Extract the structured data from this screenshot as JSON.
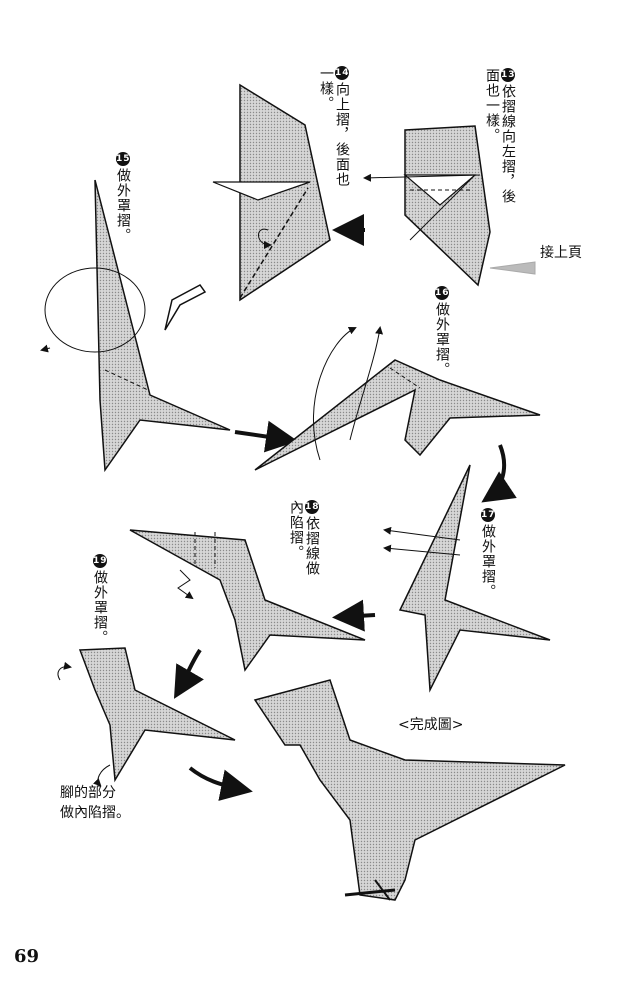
{
  "steps": [
    {
      "num": "13",
      "text": "依摺線向左摺，後面也一樣。"
    },
    {
      "num": "14",
      "text": "向上摺，後面也一樣。"
    },
    {
      "num": "15",
      "text": "做外罩摺。"
    },
    {
      "num": "16",
      "text": "做外罩摺。"
    },
    {
      "num": "17",
      "text": "做外罩摺。"
    },
    {
      "num": "18",
      "text": "依摺線做內陷摺。"
    },
    {
      "num": "19",
      "text": "做外罩摺。"
    }
  ],
  "continue_label": "接上頁",
  "legs_note_line1": "腳的部分",
  "legs_note_line2": "做內陷摺。",
  "complete_label": "<完成圖>",
  "page_number": "69",
  "colors": {
    "paper_fill": "#c9c9c9",
    "line": "#111111",
    "background": "#ffffff"
  }
}
